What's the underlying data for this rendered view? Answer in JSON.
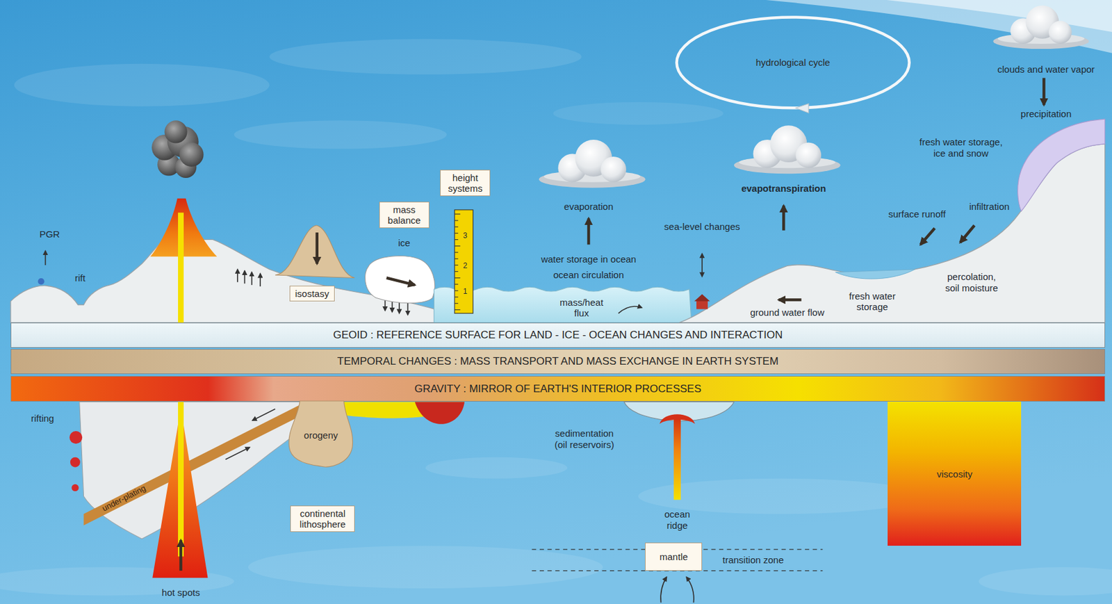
{
  "diagram": {
    "nodes": [
      {
        "text": [
          "hydrological cycle"
        ]
      },
      {
        "text": [
          "height systems"
        ]
      },
      {
        "text": [
          "mass balance"
        ]
      },
      {
        "text": [
          "isostasy"
        ]
      },
      {
        "text": [
          "GEOID : REFERENCE SURFACE FOR LAND - ICE - OCEAN CHANGES AND INTERACTION"
        ]
      },
      {
        "text": [
          "TEMPORAL CHANGES : MASS TRANSPORT AND MASS EXCHANGE IN EARTH SYSTEM"
        ]
      },
      {
        "text": [
          "GRAVITY : MIRROR OF EARTH'S INTERIOR PROCESSES"
        ]
      },
      {
        "text": [
          "orogeny"
        ]
      },
      {
        "text": [
          "viscosity"
        ]
      },
      {
        "text": [
          "continental lithosphere"
        ]
      },
      {
        "text": [
          "mantle"
        ]
      }
    ],
    "labels": [
      "clouds and water vapor",
      "precipitation",
      "fresh water storage, ice and snow",
      "evapotranspiration",
      "evaporation",
      "surface runoff",
      "infiltration",
      "sea-level changes",
      "PGR",
      "3",
      "ice",
      "water storage in ocean",
      "2",
      "percolation, soil moisture",
      "ocean circulation",
      "rift",
      "1",
      "fresh water storage",
      "mass/heat flux",
      "ground water flow",
      "rifting",
      "sedimentation (oil reservoirs)",
      "under-plating",
      "ocean ridge",
      "transition zone",
      "hot spots"
    ]
  }
}
